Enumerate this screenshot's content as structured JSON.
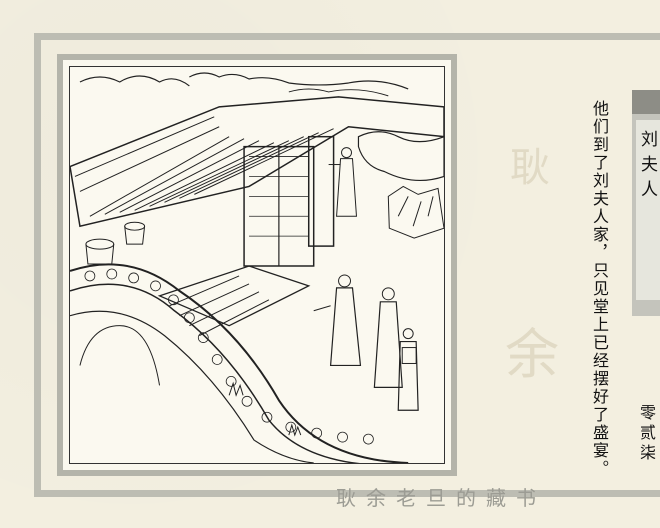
{
  "caption": "他们到了刘夫人家，只见堂上已经摆好了盛宴。",
  "title": "刘夫人",
  "page_number": "零贰柒",
  "seal_chars": [
    "耿",
    "余",
    "老",
    "旦",
    "的",
    "藏",
    "书"
  ],
  "watermark_top": "耿",
  "watermark_bottom": "余",
  "colors": {
    "paper": "#f3efe0",
    "frame": "#b4b4aa",
    "ink": "#111111"
  },
  "illustration": {
    "icon": "line-drawing-courtyard-scene"
  }
}
